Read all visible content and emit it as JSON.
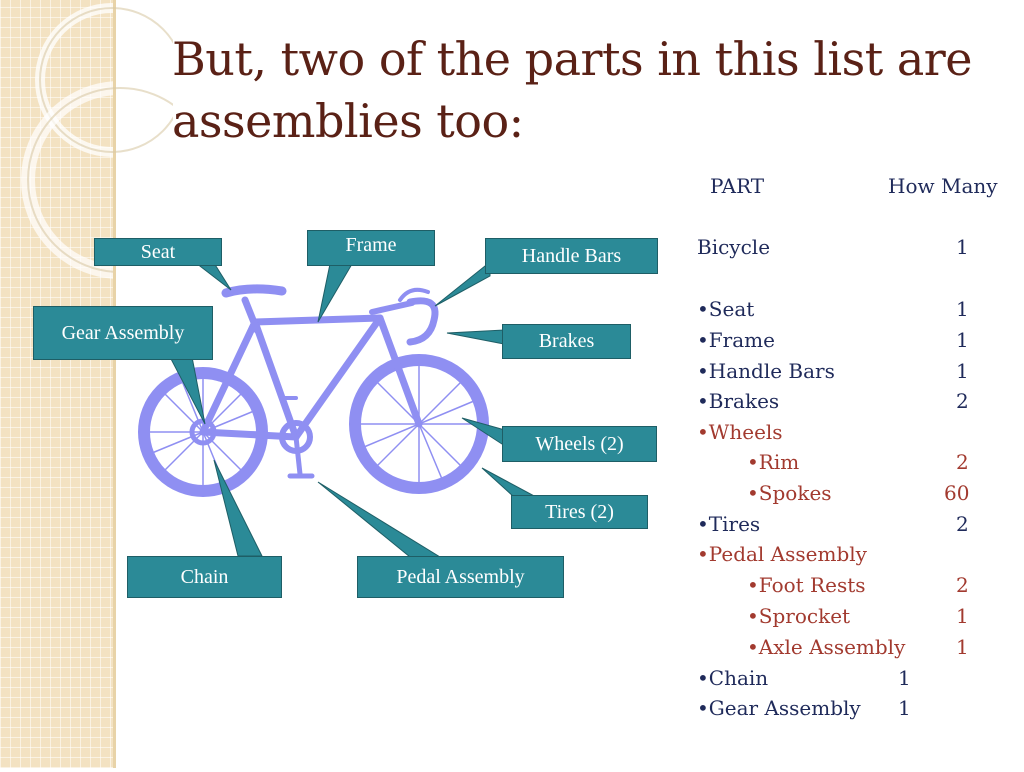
{
  "title": "But, two of the parts in this list are assemblies too:",
  "callouts": {
    "seat": "Seat",
    "frame": "Frame",
    "handle_bars": "Handle Bars",
    "gear_assembly": "Gear Assembly",
    "brakes": "Brakes",
    "wheels": "Wheels (2)",
    "tires": "Tires (2)",
    "chain": "Chain",
    "pedal_assembly": "Pedal Assembly"
  },
  "table": {
    "header_part": "PART",
    "header_count": "How Many",
    "rows": [
      {
        "name": "Bicycle",
        "count": "1"
      },
      {
        "name": "Seat",
        "count": "1"
      },
      {
        "name": "Frame",
        "count": "1"
      },
      {
        "name": "Handle Bars",
        "count": "1"
      },
      {
        "name": "Brakes",
        "count": "2"
      },
      {
        "name": "Wheels",
        "count": ""
      },
      {
        "name": "Rim",
        "count": "2"
      },
      {
        "name": "Spokes",
        "count": "60"
      },
      {
        "name": "Tires",
        "count": "2"
      },
      {
        "name": "Pedal Assembly",
        "count": ""
      },
      {
        "name": "Foot Rests",
        "count": "2"
      },
      {
        "name": "Sprocket",
        "count": "1"
      },
      {
        "name": "Axle Assembly",
        "count": "1"
      },
      {
        "name": "Chain",
        "count": "1"
      },
      {
        "name": "Gear Assembly",
        "count": "1"
      }
    ]
  },
  "colors": {
    "title": "#5a2116",
    "callout_fill": "#2b8a97",
    "bike": "#8f8ff2",
    "list_text": "#1f2a5a",
    "assembly_text": "#a23a2f"
  }
}
